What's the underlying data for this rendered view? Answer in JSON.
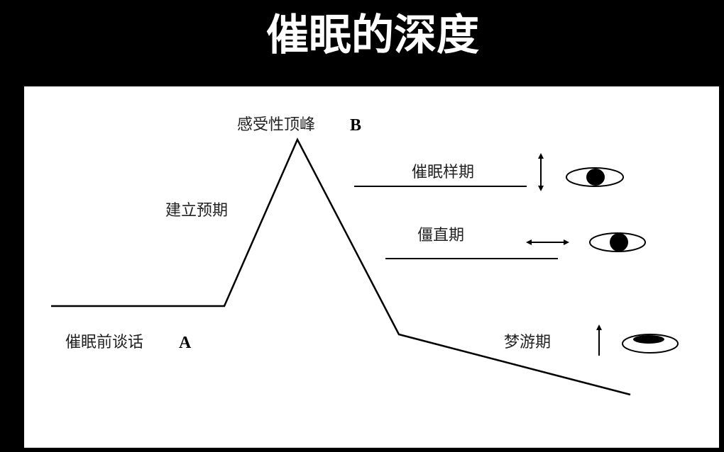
{
  "title": "催眠的深度",
  "labels": {
    "pre_talk": "催眠前谈话",
    "point_a": "A",
    "build_expectation": "建立预期",
    "peak": "感受性顶峰",
    "point_b": "B",
    "hypnoid": "催眠样期",
    "catalepsy": "僵直期",
    "somnambulism": "梦游期"
  },
  "icons": [
    "vertical-double-arrow-icon",
    "eye-open-icon",
    "horizontal-double-arrow-icon",
    "eye-open-icon",
    "up-arrow-icon",
    "eye-half-closed-icon"
  ]
}
